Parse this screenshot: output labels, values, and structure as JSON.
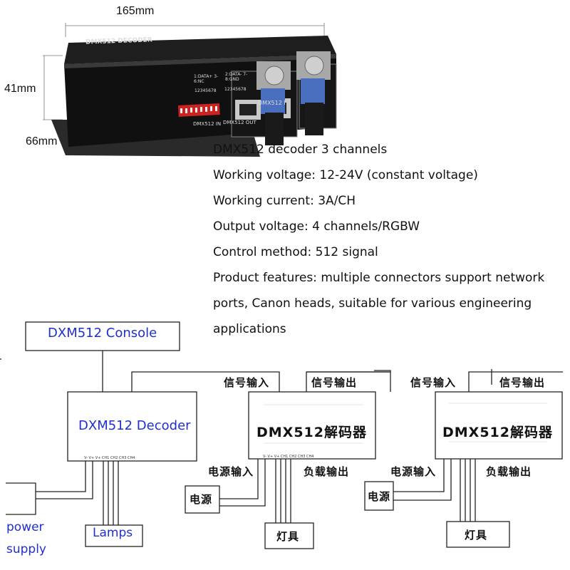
{
  "dimensions": {
    "length": "165mm",
    "height": "41mm",
    "depth": "66mm"
  },
  "product": {
    "panel_title": "DMX512  DECODER",
    "port_in_label": "DMX512 IN",
    "port_out_label": "DMX512 OUT",
    "xlr_label": "DMX512 I",
    "pin_label_1": "1:DATA+ 3-6:NC",
    "pin_label_2": "2:DATA- 7-8:GND",
    "pin_numbers": "12345678"
  },
  "specs": [
    "DMX512 decoder 3 channels",
    "Working voltage: 12-24V (constant voltage)",
    "Working current: 3A/CH",
    "Output voltage: 4 channels/RGBW",
    "Control method: 512 signal",
    "Product features: multiple connectors support network",
    "ports, Canon heads, suitable for various engineering",
    "applications"
  ],
  "diagram": {
    "console": "DXM512 Console",
    "decoder_main": "DXM512 Decoder",
    "decoder_cn_1": "DMX512解码器",
    "decoder_cn_2": "DMX512解码器",
    "signal_in_1": "信号输入",
    "signal_out_1": "信号输出",
    "signal_in_2": "信号输入",
    "signal_out_2": "信号输出",
    "power_in_1": "电源输入",
    "load_out_1": "负载输出",
    "power_in_2": "电源输入",
    "load_out_2": "负载输出",
    "power_box_1": "电源",
    "power_box_2": "电源",
    "lamp_box_1": "灯具",
    "lamp_box_2": "灯具",
    "lamps": "Lamps",
    "power_supply_line1": "power",
    "power_supply_line2": "supply",
    "terminal_label": "V- V+ V+ CH1 CH2 CH3 CH4"
  },
  "colors": {
    "blue_text": "#1f2fcf",
    "line": "#222222",
    "device_body": "#1a1a1a"
  }
}
